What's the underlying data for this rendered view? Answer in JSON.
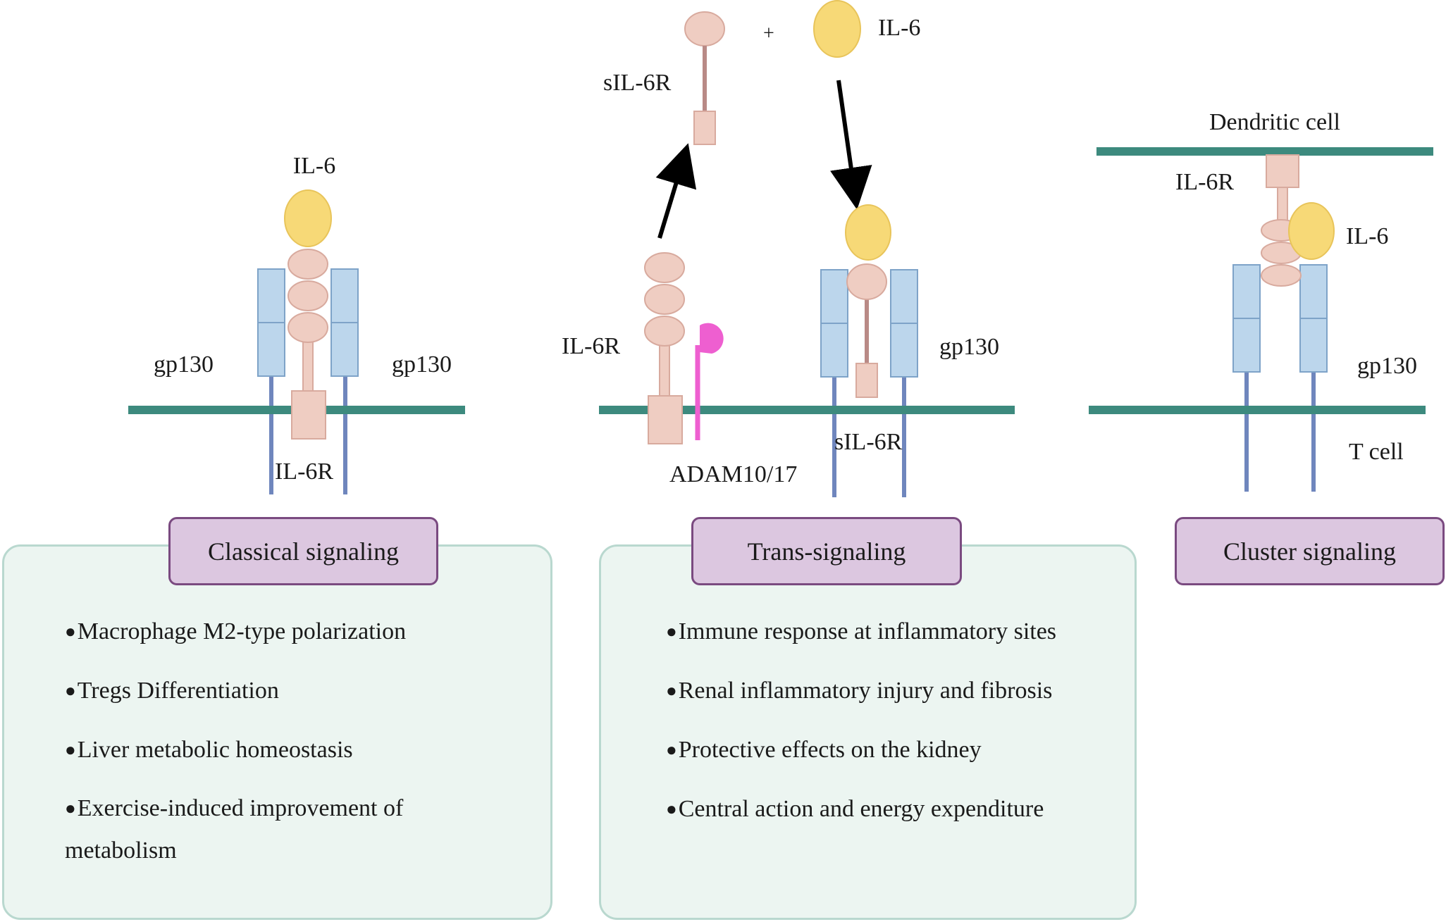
{
  "classical": {
    "labels": {
      "ligand": "IL-6",
      "gp130_left": "gp130",
      "gp130_right": "gp130",
      "receptor": "IL-6R"
    },
    "title": "Classical signaling",
    "bullets": [
      "Macrophage M2-type polarization",
      "Tregs Differentiation",
      "Liver metabolic homeostasis",
      "Exercise-induced improvement of metabolism"
    ]
  },
  "trans": {
    "labels": {
      "soluble_receptor_top": "sIL-6R",
      "plus": "+",
      "ligand_top": "IL-6",
      "receptor": "IL-6R",
      "protease": "ADAM10/17",
      "gp130": "gp130",
      "soluble_receptor_bound": "sIL-6R"
    },
    "title": "Trans-signaling",
    "bullets": [
      "Immune response at inflammatory sites",
      "Renal inflammatory injury and fibrosis",
      "Protective effects on the kidney",
      "Central action and energy expenditure"
    ]
  },
  "cluster": {
    "labels": {
      "donor_cell": "Dendritic cell",
      "receptor": "IL-6R",
      "ligand": "IL-6",
      "gp130": "gp130",
      "target_cell": "T cell"
    },
    "title": "Cluster signaling"
  },
  "colors": {
    "membrane": "#3d8a7e",
    "il6": "#f7d977",
    "receptor": "#efcdc2",
    "receptor_stalk": "#b98a86",
    "gp130_box": "#bcd6ec",
    "gp130_stalk": "#6f86bd",
    "adam": "#ee5fd0",
    "panel_fill": "#ecf5f1",
    "title_fill": "#dcc7e0"
  }
}
